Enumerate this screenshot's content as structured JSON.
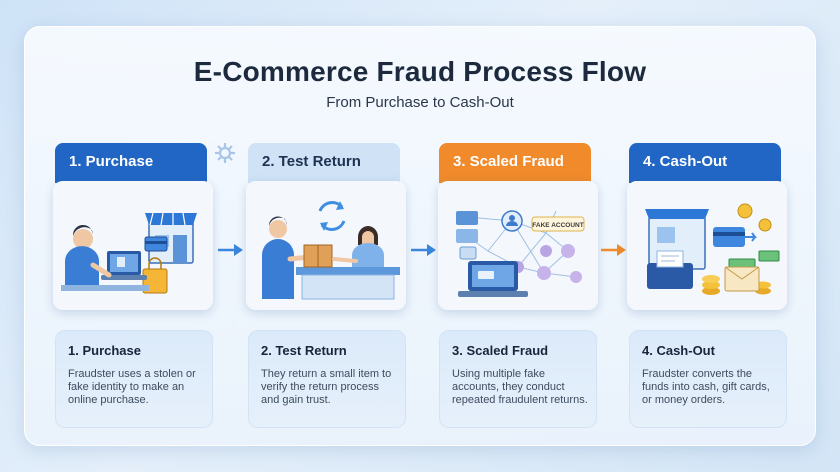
{
  "title": "E-Commerce Fraud Process Flow",
  "subtitle": "From Purchase to Cash-Out",
  "colors": {
    "primary_blue": "#2166c4",
    "light_blue": "#cfe2f6",
    "orange": "#f08a2a",
    "heading": "#1d2a3d"
  },
  "steps": [
    {
      "tab_label": "1. Purchase",
      "tab_style": "blue",
      "illustration": "person-laptop-storefront-shopping-bag",
      "desc_title": "1. Purchase",
      "desc_text": "Fraudster uses a stolen or fake identity to make an online purchase."
    },
    {
      "tab_label": "2. Test Return",
      "tab_style": "light",
      "illustration": "return-counter-package-exchange",
      "desc_title": "2. Test Return",
      "desc_text": "They return a small item to verify the return process and gain trust."
    },
    {
      "tab_label": "3. Scaled Fraud",
      "tab_style": "orange",
      "illustration": "laptop-fake-account-network",
      "badge": "FAKE ACCOUNT",
      "desc_title": "3. Scaled Fraud",
      "desc_text": "Using multiple fake accounts, they conduct repeated fraudulent returns."
    },
    {
      "tab_label": "4. Cash-Out",
      "tab_style": "blue",
      "illustration": "store-register-coins-cash-gift-card",
      "desc_title": "4. Cash-Out",
      "desc_text": "Fraudster converts the funds into cash, gift cards, or money orders."
    }
  ],
  "icons": [
    "arrow-right-icon",
    "gear-icon",
    "sync-arrows-icon",
    "dollar-coin-icon"
  ]
}
